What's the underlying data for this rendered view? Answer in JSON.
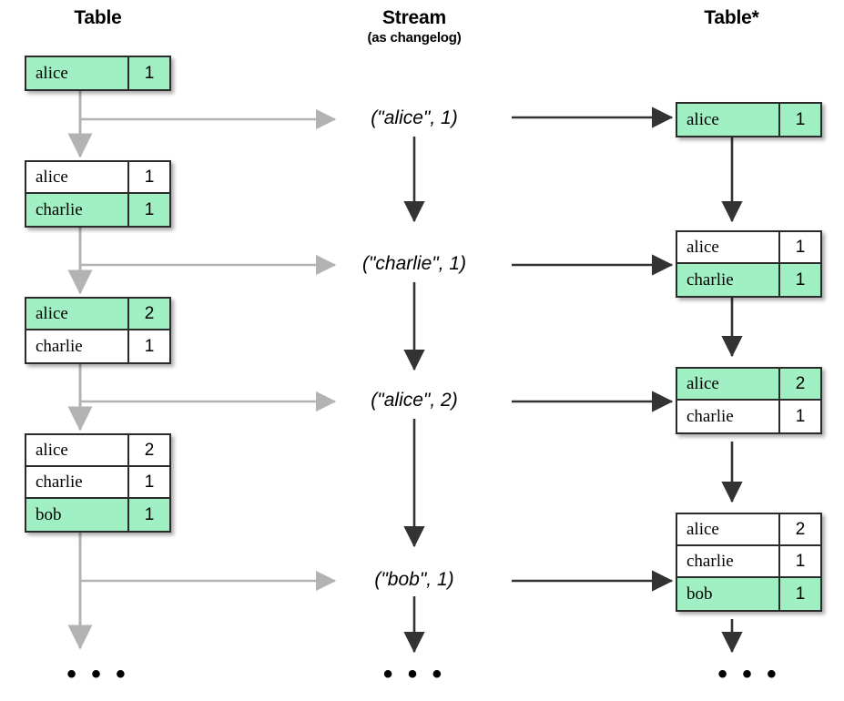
{
  "columns": {
    "left": {
      "title": "Table",
      "subtitle": ""
    },
    "middle": {
      "title": "Stream",
      "subtitle": "(as changelog)"
    },
    "right": {
      "title": "Table*",
      "subtitle": ""
    }
  },
  "colors": {
    "highlight": "#a1f0c3",
    "border": "#2b2b2b",
    "gray_arrow": "#b3b3b3",
    "black_arrow": "#333333",
    "background": "#ffffff"
  },
  "left_tables": [
    {
      "rows": [
        {
          "key": "alice",
          "value": "1",
          "highlight": true
        }
      ]
    },
    {
      "rows": [
        {
          "key": "alice",
          "value": "1",
          "highlight": false
        },
        {
          "key": "charlie",
          "value": "1",
          "highlight": true
        }
      ]
    },
    {
      "rows": [
        {
          "key": "alice",
          "value": "2",
          "highlight": true
        },
        {
          "key": "charlie",
          "value": "1",
          "highlight": false
        }
      ]
    },
    {
      "rows": [
        {
          "key": "alice",
          "value": "2",
          "highlight": false
        },
        {
          "key": "charlie",
          "value": "1",
          "highlight": false
        },
        {
          "key": "bob",
          "value": "1",
          "highlight": true
        }
      ]
    }
  ],
  "stream_records": [
    {
      "text": "(\"alice\", 1)"
    },
    {
      "text": "(\"charlie\", 1)"
    },
    {
      "text": "(\"alice\", 2)"
    },
    {
      "text": "(\"bob\", 1)"
    }
  ],
  "right_tables": [
    {
      "rows": [
        {
          "key": "alice",
          "value": "1",
          "highlight": true
        }
      ]
    },
    {
      "rows": [
        {
          "key": "alice",
          "value": "1",
          "highlight": false
        },
        {
          "key": "charlie",
          "value": "1",
          "highlight": true
        }
      ]
    },
    {
      "rows": [
        {
          "key": "alice",
          "value": "2",
          "highlight": true
        },
        {
          "key": "charlie",
          "value": "1",
          "highlight": false
        }
      ]
    },
    {
      "rows": [
        {
          "key": "alice",
          "value": "2",
          "highlight": false
        },
        {
          "key": "charlie",
          "value": "1",
          "highlight": false
        },
        {
          "key": "bob",
          "value": "1",
          "highlight": true
        }
      ]
    }
  ],
  "continuation": {
    "left": "• • •",
    "middle": "• • •",
    "right": "• • •"
  }
}
